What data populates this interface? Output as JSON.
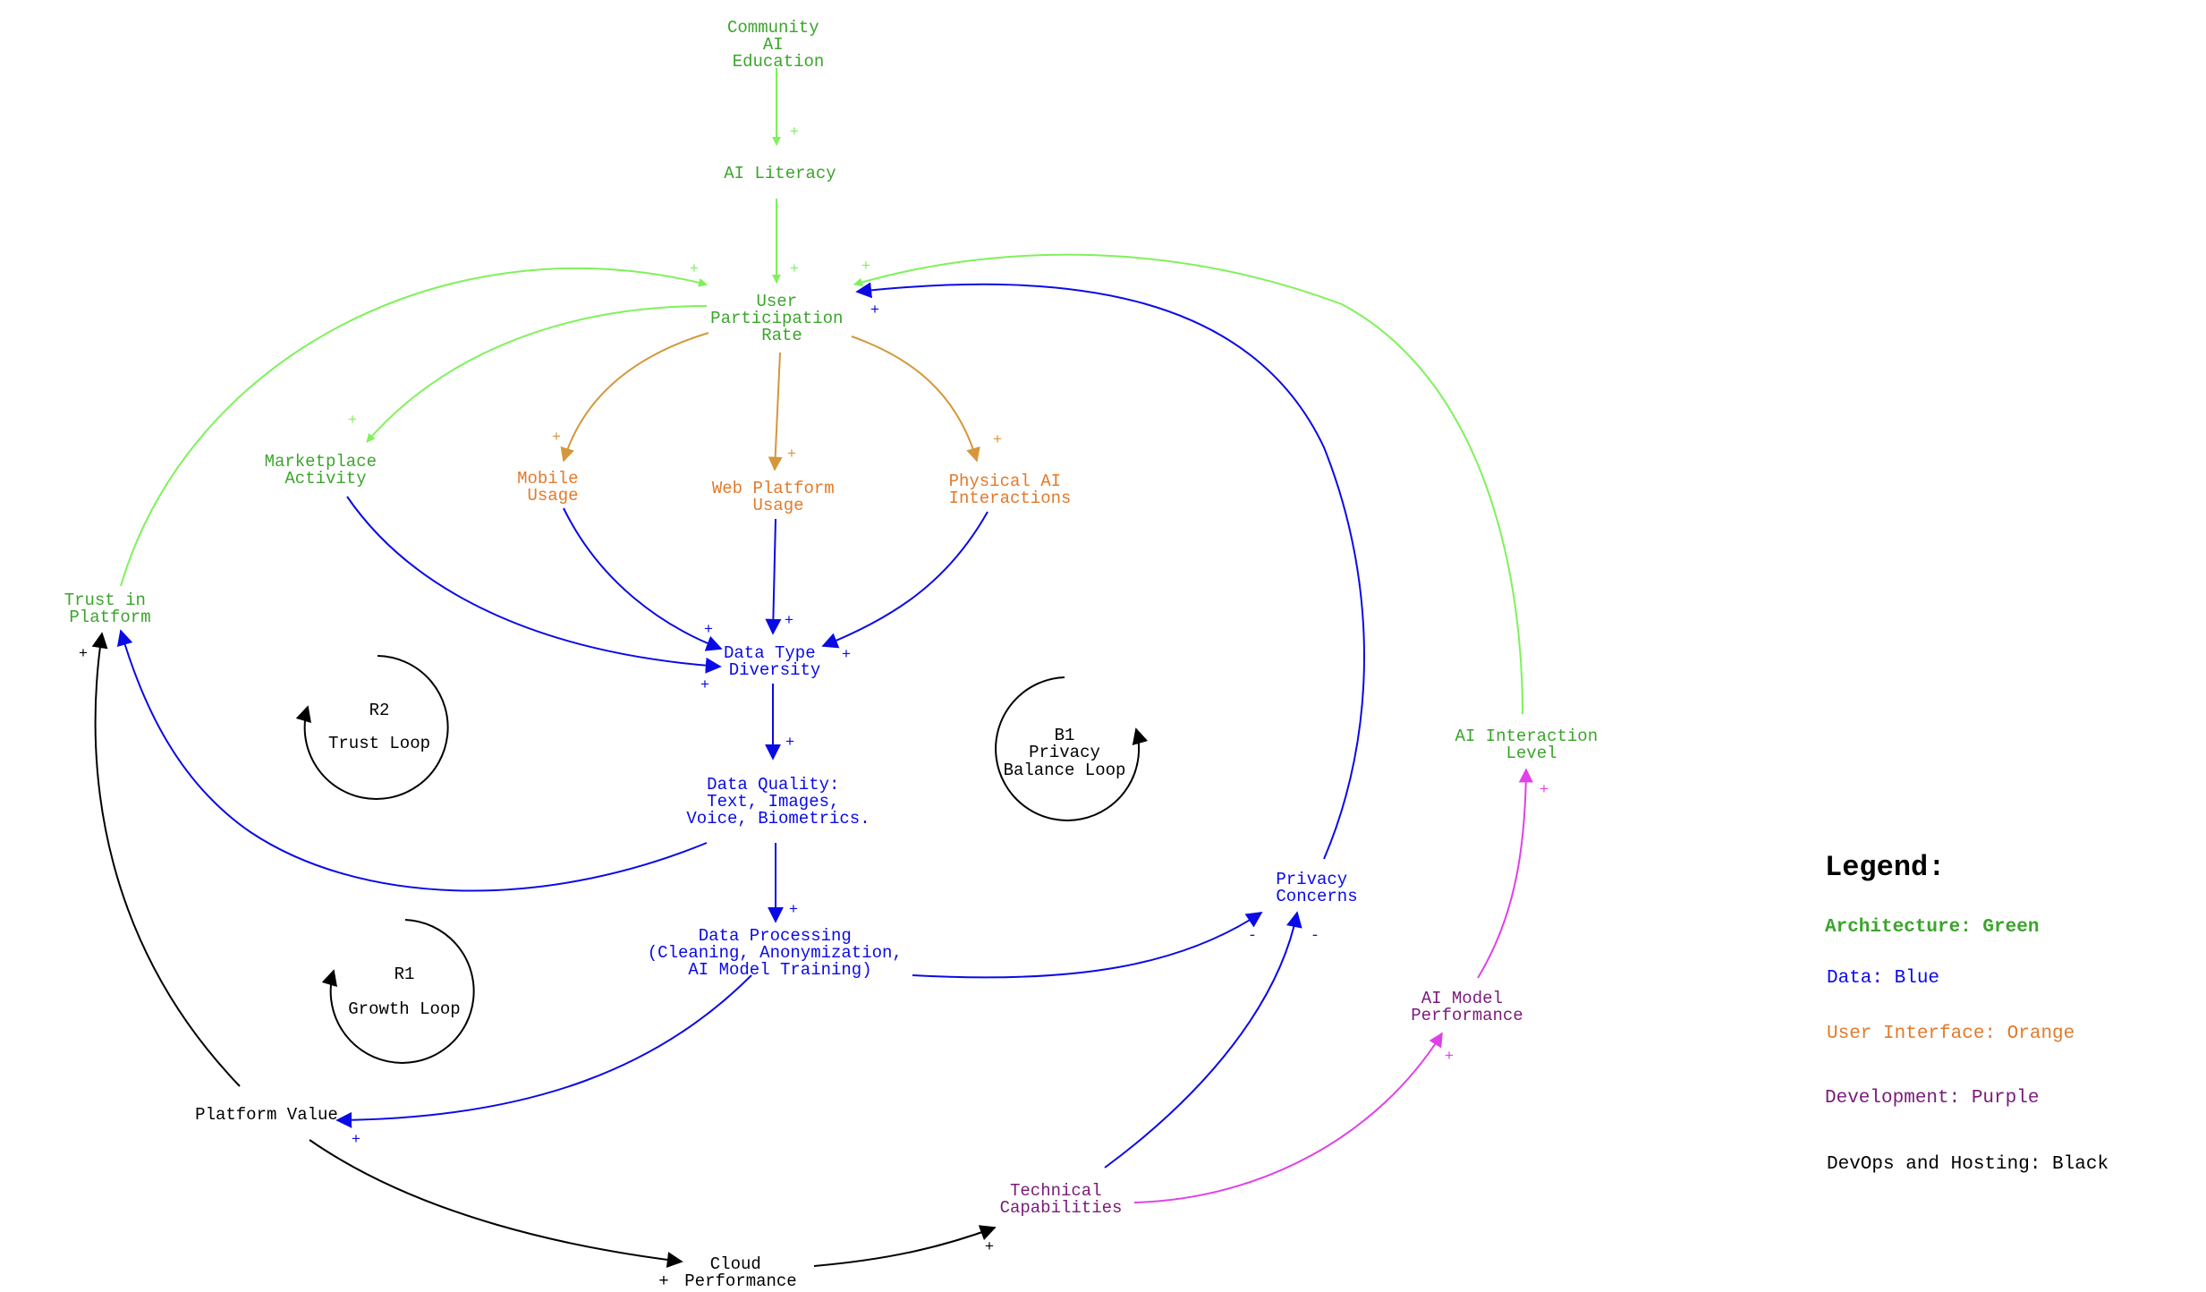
{
  "colors": {
    "architecture": "#3aa52a",
    "architecture_edge": "#7ef25a",
    "data": "#0a0ae6",
    "ui": "#e27a2a",
    "ui_edge": "#d4973a",
    "development": "#7a1a7a",
    "development_edge": "#e040e8",
    "devops": "#000000"
  },
  "nodes": {
    "community_ai_education": [
      "Community",
      "AI",
      "Education"
    ],
    "ai_literacy": [
      "AI Literacy"
    ],
    "user_participation_rate": [
      "User",
      "Participation",
      "Rate"
    ],
    "marketplace_activity": [
      "Marketplace",
      "Activity"
    ],
    "mobile_usage": [
      "Mobile",
      "Usage"
    ],
    "web_platform_usage": [
      "Web Platform",
      "Usage"
    ],
    "physical_ai_interactions": [
      "Physical AI",
      "Interactions"
    ],
    "trust_in_platform": [
      "Trust in",
      "Platform"
    ],
    "data_type_diversity": [
      "Data Type",
      "Diversity"
    ],
    "data_quality": [
      "Data Quality:",
      "Text, Images,",
      "Voice, Biometrics."
    ],
    "data_processing": [
      "Data Processing",
      "(Cleaning, Anonymization,",
      "AI Model Training)"
    ],
    "privacy_concerns": [
      "Privacy",
      "Concerns"
    ],
    "ai_interaction_level": [
      "AI Interaction",
      "Level"
    ],
    "ai_model_performance": [
      "AI Model",
      "Performance"
    ],
    "technical_capabilities": [
      "Technical",
      "Capabilities"
    ],
    "platform_value": [
      "Platform Value"
    ],
    "cloud_performance": [
      "Cloud",
      "Performance"
    ]
  },
  "polarity": {
    "positive": "+",
    "negative": "-"
  },
  "loops": {
    "r2": [
      "R2",
      "Trust Loop"
    ],
    "r1": [
      "R1",
      "Growth Loop"
    ],
    "b1": [
      "B1",
      "Privacy",
      "Balance Loop"
    ]
  },
  "legend": {
    "title": "Legend:",
    "items": [
      {
        "text": "Architecture: Green",
        "color": "#3aa52a",
        "bold": true
      },
      {
        "text": "Data: Blue",
        "color": "#0a0ae6",
        "bold": false
      },
      {
        "text": "User Interface: Orange",
        "color": "#e27a2a",
        "bold": false
      },
      {
        "text": "Development: Purple",
        "color": "#7a1a7a",
        "bold": false
      },
      {
        "text": "DevOps and Hosting: Black",
        "color": "#000000",
        "bold": false
      }
    ]
  }
}
